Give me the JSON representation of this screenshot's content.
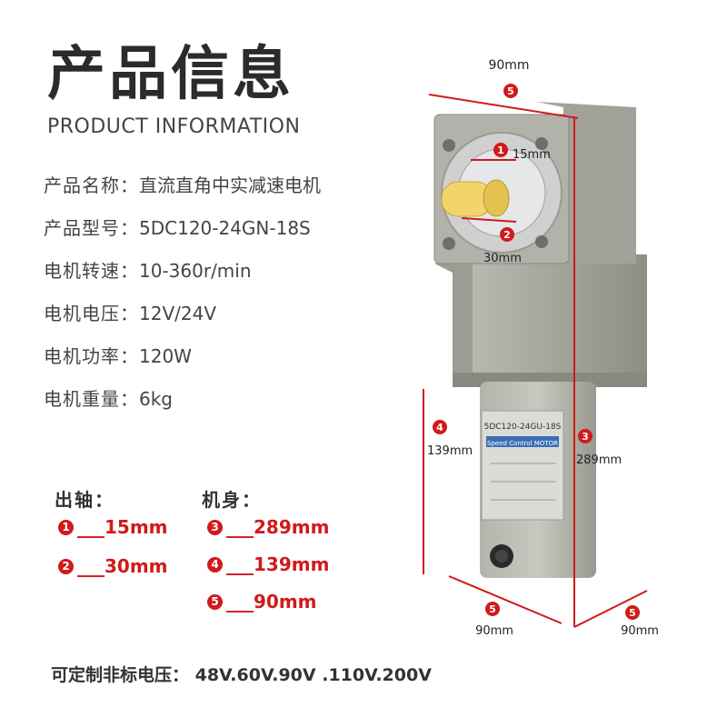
{
  "title_cn": "产品信息",
  "title_en": "PRODUCT INFORMATION",
  "specs": [
    {
      "label": "产品名称：",
      "value": "直流直角中实减速电机"
    },
    {
      "label": "产品型号：",
      "value": "5DC120-24GN-18S"
    },
    {
      "label": "电机转速：",
      "value": "10-360r/min"
    },
    {
      "label": "电机电压：",
      "value": "12V/24V"
    },
    {
      "label": "电机功率：",
      "value": "120W"
    },
    {
      "label": "电机重量：",
      "value": "6kg"
    }
  ],
  "shaft": {
    "heading": "出轴：",
    "items": [
      {
        "num": "1",
        "text": "___15mm"
      },
      {
        "num": "2",
        "text": "___30mm"
      }
    ]
  },
  "body": {
    "heading": "机身：",
    "items": [
      {
        "num": "3",
        "text": "___289mm"
      },
      {
        "num": "4",
        "text": "___139mm"
      },
      {
        "num": "5",
        "text": "___90mm"
      }
    ]
  },
  "footer": "可定制非标电压：  48V.60V.90V .110V.200V",
  "diagram": {
    "top_width": "90mm",
    "shaft_dia": "15mm",
    "flange_dia": "30mm",
    "height_total": "289mm",
    "motor_len": "139mm",
    "base_w1": "90mm",
    "base_w2": "90mm",
    "motor_label": "5DC120-24GU-18S",
    "motor_sub": "Speed Control MOTOR",
    "c1": "1",
    "c2": "2",
    "c3": "3",
    "c4": "4",
    "c5": "5"
  },
  "colors": {
    "accent_red": "#d11a1a",
    "housing": "#a9a8a0",
    "shaft": "#f1d46a"
  }
}
